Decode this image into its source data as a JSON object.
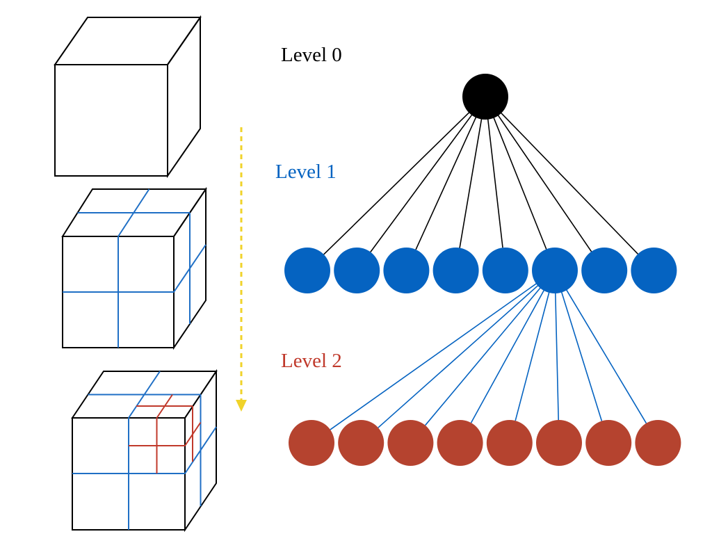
{
  "labels": {
    "level0": "Level 0",
    "level1": "Level 1",
    "level2": "Level 2"
  },
  "colors": {
    "level0": "#000000",
    "level1": "#0563c1",
    "level2": "#b5432f",
    "level2_label": "#c0392b",
    "arrow": "#f0d32a",
    "outline": "#000000"
  },
  "tree": {
    "level1_count": 8,
    "level2_count": 8,
    "expanded_level1_node": 6
  }
}
